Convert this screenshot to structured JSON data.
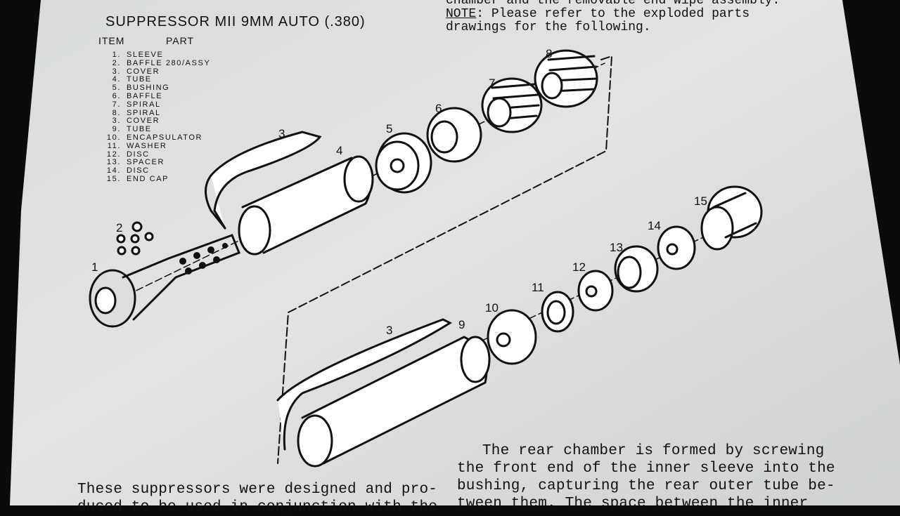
{
  "document": {
    "title": "SUPPRESSOR  MII 9MM AUTO (.380)",
    "column_headers": {
      "item": "ITEM",
      "part": "PART"
    },
    "parts_list": [
      {
        "num": "1.",
        "name": "SLEEVE"
      },
      {
        "num": "2.",
        "name": "BAFFLE  280/ASSY"
      },
      {
        "num": "3.",
        "name": "COVER"
      },
      {
        "num": "4.",
        "name": "TUBE"
      },
      {
        "num": "5.",
        "name": "BUSHING"
      },
      {
        "num": "6.",
        "name": "BAFFLE"
      },
      {
        "num": "7.",
        "name": "SPIRAL"
      },
      {
        "num": "8.",
        "name": "SPIRAL"
      },
      {
        "num": "3.",
        "name": "COVER"
      },
      {
        "num": "9.",
        "name": "TUBE"
      },
      {
        "num": "10.",
        "name": "ENCAPSULATOR"
      },
      {
        "num": "11.",
        "name": "WASHER"
      },
      {
        "num": "12.",
        "name": "DISC"
      },
      {
        "num": "13.",
        "name": "SPACER"
      },
      {
        "num": "14.",
        "name": "DISC"
      },
      {
        "num": "15.",
        "name": "END CAP"
      }
    ],
    "top_right_text": {
      "line0": "chamber and the removable end wipe assembly.",
      "note_label": "NOTE",
      "line1_rest": ": Please refer to the exploded parts",
      "line2": "drawings for the following."
    },
    "callouts": [
      "1",
      "2",
      "3",
      "4",
      "5",
      "6",
      "7",
      "8",
      "3",
      "9",
      "10",
      "11",
      "12",
      "13",
      "14",
      "15"
    ],
    "bottom_left_text": {
      "line1": "These suppressors were designed and pro-",
      "line2": "duced to be used in conjunction with the"
    },
    "bottom_right_text": {
      "line1": "The rear chamber is formed by screwing",
      "line2": "the front end of the inner sleeve into the",
      "line3": "bushing, capturing the rear outer tube be-",
      "line4": "tween them. The space between the inner"
    }
  }
}
